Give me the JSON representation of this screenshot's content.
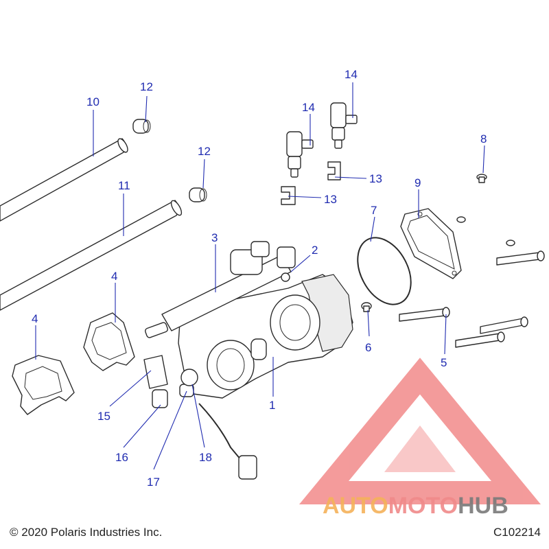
{
  "callouts": [
    "1",
    "2",
    "3",
    "4",
    "4",
    "5",
    "6",
    "7",
    "8",
    "9",
    "10",
    "11",
    "12",
    "12",
    "13",
    "13",
    "14",
    "14",
    "15",
    "16",
    "17",
    "18"
  ],
  "footer": {
    "copyright": "© 2020 Polaris Industries Inc.",
    "diagram_id": "C102214"
  },
  "watermark": {
    "text": "AUTOMOTOHUB",
    "colors": {
      "auto": "#f5b25a",
      "moto": "#f08a8a",
      "hub": "#7a7a7a",
      "logo": "#f07a7a"
    }
  },
  "colors": {
    "callout": "#1f2bb0",
    "line_art": "#2b2b2b"
  }
}
